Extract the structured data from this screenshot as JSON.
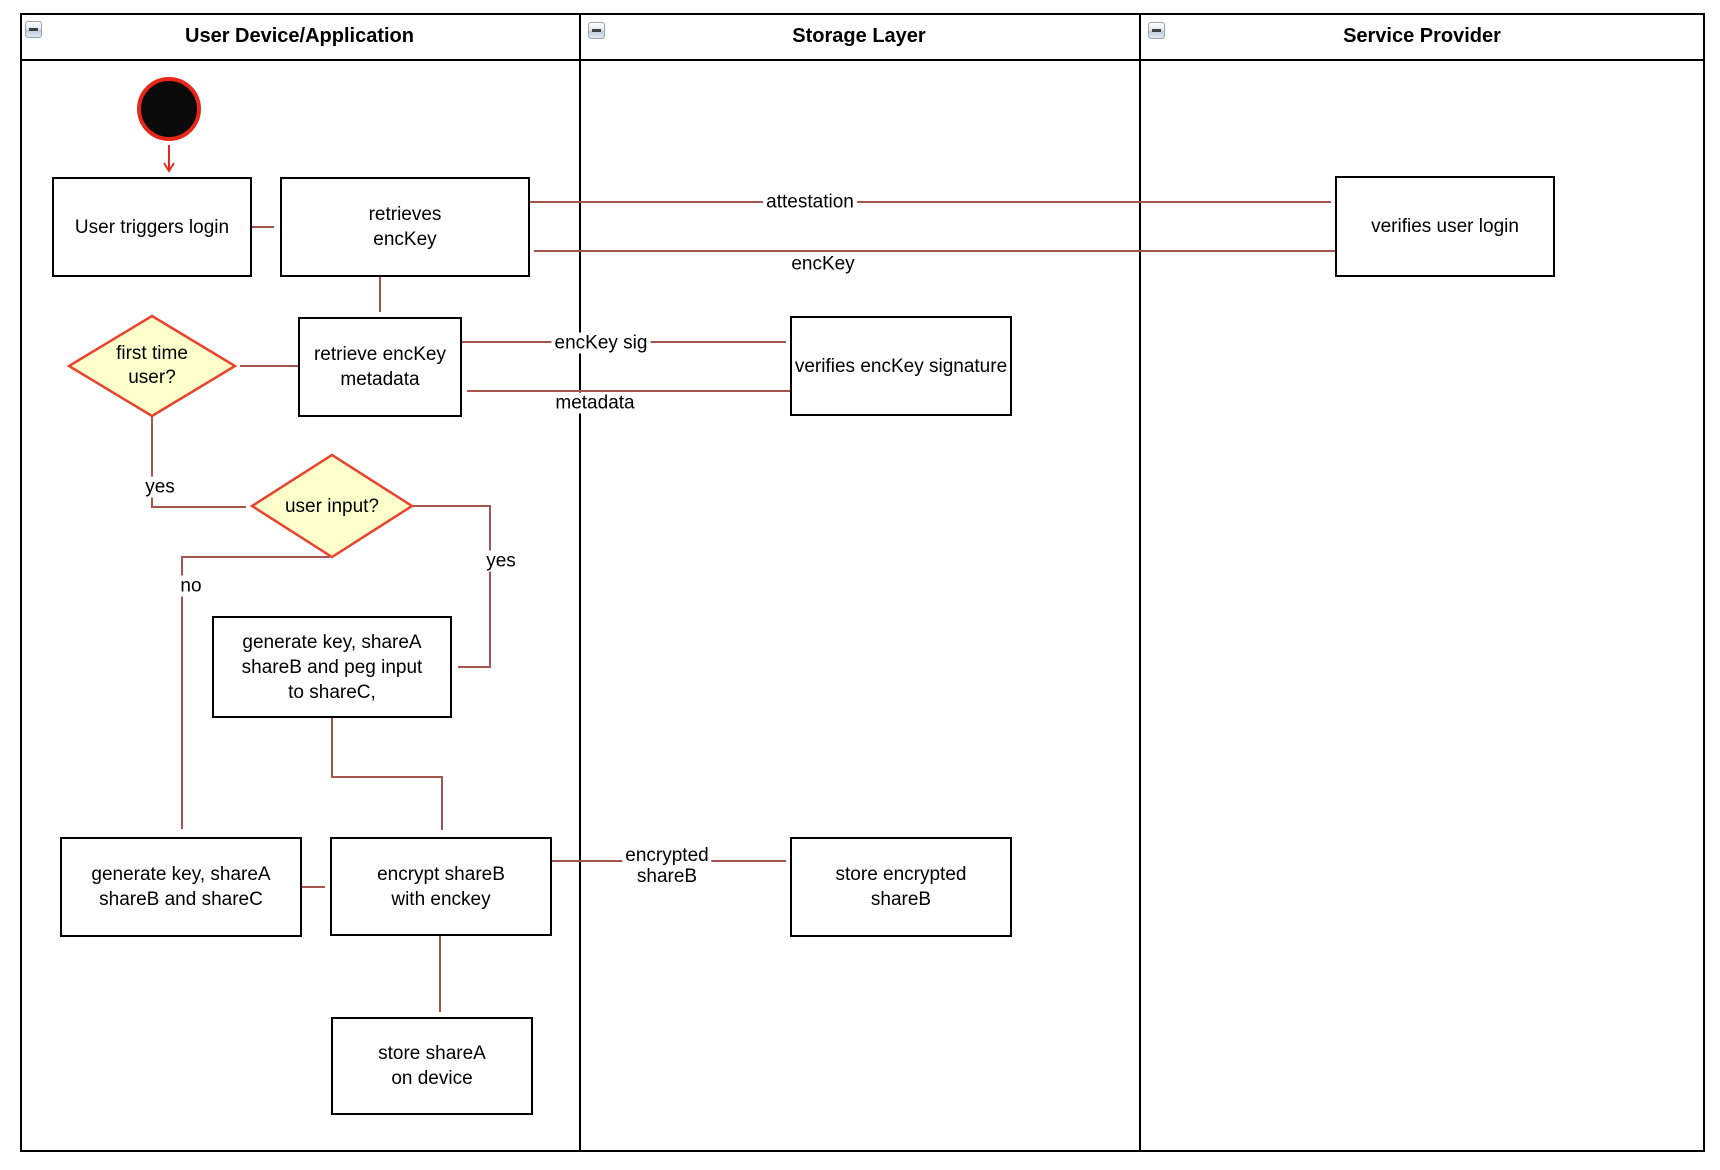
{
  "colors": {
    "connector": "#a5554d",
    "accent-red": "#e8261a",
    "diamond-border": "#e8432d",
    "diamond-fill": "#ffffcc",
    "box-border": "#000000"
  },
  "lanes": [
    {
      "title": "User Device/Application"
    },
    {
      "title": "Storage Layer"
    },
    {
      "title": "Service Provider"
    }
  ],
  "nodes": {
    "user_triggers_login": "User triggers login",
    "retrieves_enckey": "retrieves\nencKey",
    "retrieve_enckey_metadata": "retrieve encKey\nmetadata",
    "first_time_user": "first time\nuser?",
    "user_input": "user input?",
    "generate_key_peg": "generate key, shareA\nshareB and peg input\nto shareC,",
    "generate_key_shares": "generate key, shareA\nshareB and shareC",
    "encrypt_shareb": "encrypt shareB\nwith enckey",
    "store_sharea": "store shareA\non device",
    "verifies_enckey_signature": "verifies encKey signature",
    "store_encrypted_shareb": "store encrypted\nshareB",
    "verifies_user_login": "verifies user login"
  },
  "edge_labels": {
    "attestation": "attestation",
    "enckey": "encKey",
    "enckey_sig": "encKey sig",
    "metadata": "metadata",
    "yes_first_time": "yes",
    "no_user_input": "no",
    "yes_user_input": "yes",
    "encrypted_shareb": "encrypted\nshareB"
  }
}
